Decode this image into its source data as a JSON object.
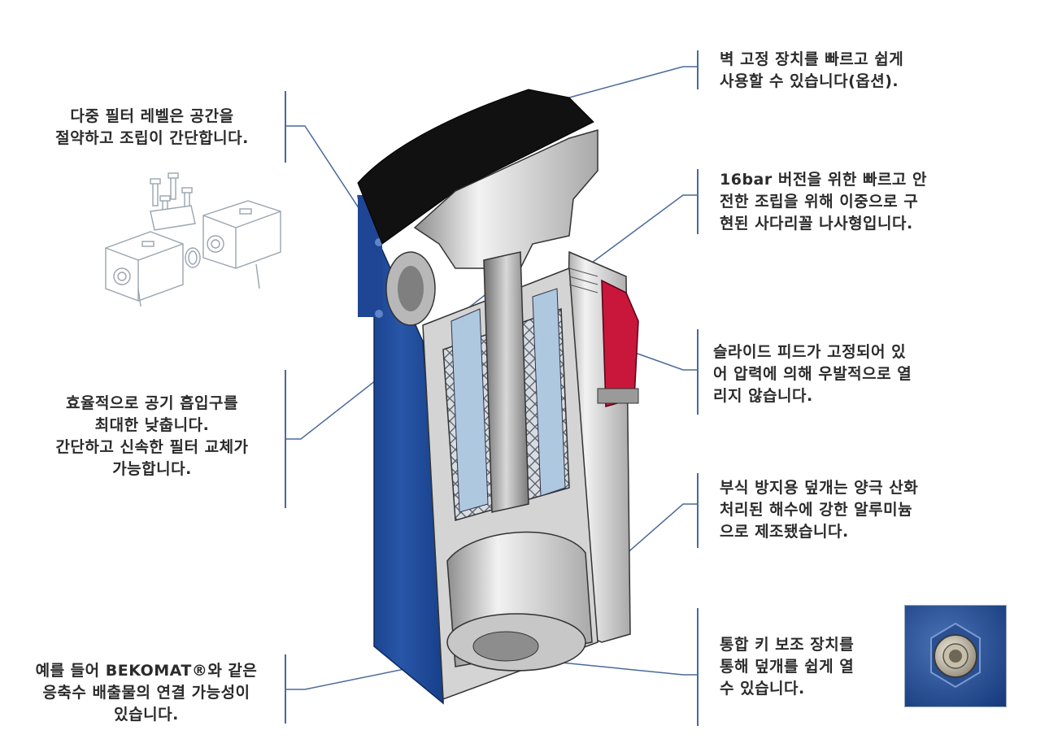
{
  "callouts": {
    "multi_level": "다중 필터 레벨은 공간을\n절약하고 조립이 간단합니다.",
    "intake": "효율적으로 공기 흡입구를\n최대한 낮춥니다.\n간단하고 신속한 필터 교체가\n가능합니다.",
    "drain": "예를 들어 BEKOMAT®와 같은\n응축수 배출물의 연결 가능성이\n있습니다.",
    "wall_mount": "벽 고정 장치를 빠르고 쉽게\n사용할 수 있습니다(옵션).",
    "bar16": "16bar 버전을 위한 빠르고 안\n전한 조립을 위해 이중으로 구\n현된 사다리꼴 나사형입니다.",
    "slide": "슬라이드 피드가 고정되어 있\n어 압력에 의해 우발적으로 열\n리지 않습니다.",
    "cover": "부식 방지용 덮개는 양극 산화\n처리된 해수에 강한 알루미늄\n으로 제조됐습니다.",
    "key_lock": "통합 키 보조 장치를\n통해 덮개를 쉽게 열\n수 있습니다."
  },
  "colors": {
    "housing_blue": "#1f4694",
    "head_black": "#111111",
    "lock_red": "#c8173a",
    "metal_grey": "#c9c9c9",
    "leader_line": "#4a6a9a"
  }
}
